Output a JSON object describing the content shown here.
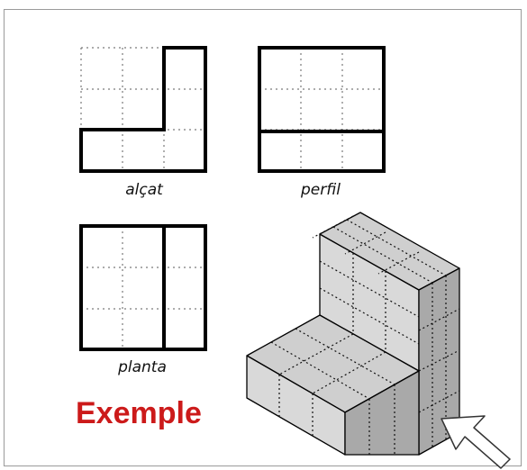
{
  "labels": {
    "elevation": "alçat",
    "profile": "perfil",
    "plan": "planta",
    "title": "Exemple"
  },
  "colors": {
    "title": "#cc1a1a",
    "outline": "#000000",
    "grid": "#7a7a7a",
    "top_face": "#cfcfcf",
    "left_face": "#d9d9d9",
    "right_face": "#a9a9a9",
    "frame": "#9a9a9a"
  },
  "icons": {
    "arrow": "arrow-pointer-icon"
  }
}
